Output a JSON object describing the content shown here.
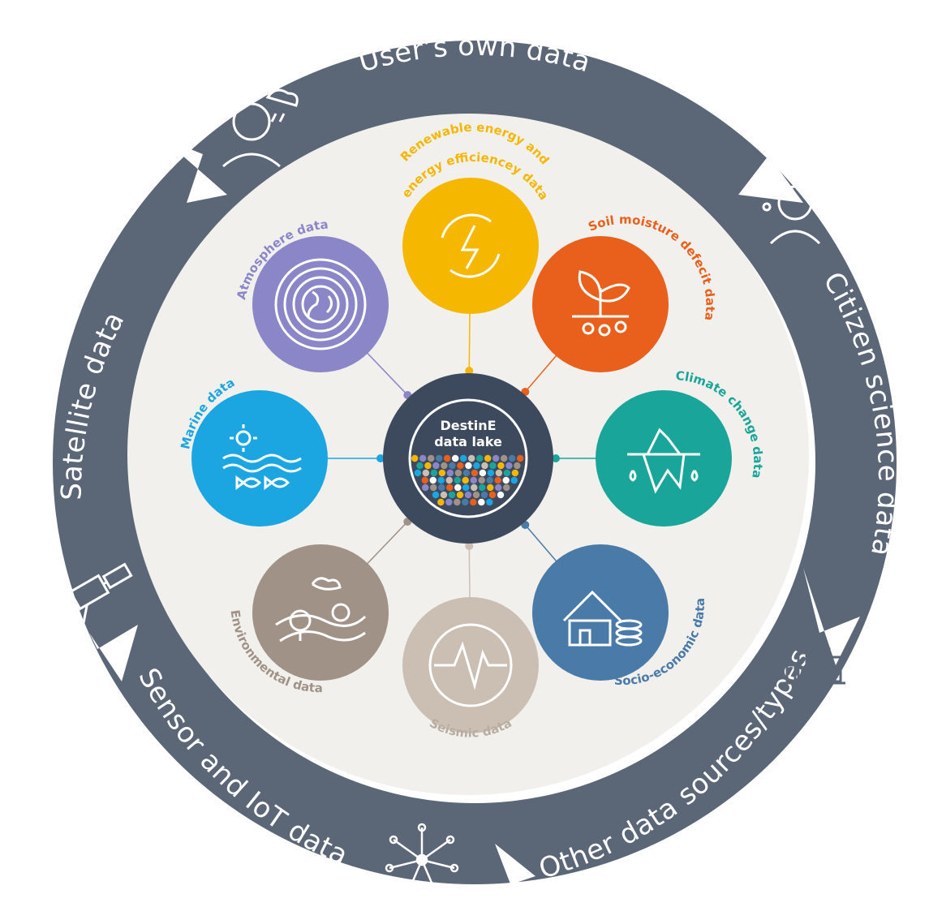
{
  "ring": {
    "segments": [
      {
        "id": "users-own",
        "label": "User’s own data",
        "icon": "person-with-rain-cloud-icon"
      },
      {
        "id": "citizen-science",
        "label": "Citizen science data",
        "icon": "woman-with-dots-icon"
      },
      {
        "id": "other-sources",
        "label": "Other data sources/types",
        "icon": "bar-chart-icon"
      },
      {
        "id": "sensor-iot",
        "label": "Sensor and IoT data",
        "icon": "network-node-icon"
      },
      {
        "id": "satellite",
        "label": "Satellite data",
        "icon": "satellite-icon"
      }
    ],
    "color": "#5b6677"
  },
  "core": {
    "line1": "DestinE",
    "line2": "data lake",
    "color": "#3d4a5e"
  },
  "bubbles": [
    {
      "id": "renewable",
      "label_line1": "Renewable energy and",
      "label_line2": "energy efficiencey data",
      "color": "#f5b700",
      "icon": "energy-cycle-icon"
    },
    {
      "id": "soil",
      "label_line1": "Soil moisture defecit data",
      "label_line2": "",
      "color": "#e8601c",
      "icon": "plant-soil-icon"
    },
    {
      "id": "climate",
      "label_line1": "Climate change data",
      "label_line2": "",
      "color": "#1aa59a",
      "icon": "iceberg-icon"
    },
    {
      "id": "socio",
      "label_line1": "Socio-economic data",
      "label_line2": "",
      "color": "#4a7aa8",
      "icon": "house-coins-icon"
    },
    {
      "id": "seismic",
      "label_line1": "Seismic data",
      "label_line2": "",
      "color": "#cbbfb3",
      "icon": "seismograph-icon"
    },
    {
      "id": "environmental",
      "label_line1": "Environmental data",
      "label_line2": "",
      "color": "#a19288",
      "icon": "landscape-icon"
    },
    {
      "id": "marine",
      "label_line1": "Marine data",
      "label_line2": "",
      "color": "#1ba6e1",
      "icon": "sun-waves-fish-icon"
    },
    {
      "id": "atmosphere",
      "label_line1": "Atmosphere data",
      "label_line2": "",
      "color": "#8b86c8",
      "icon": "globe-rings-icon"
    }
  ],
  "background": "#f1f0ed"
}
